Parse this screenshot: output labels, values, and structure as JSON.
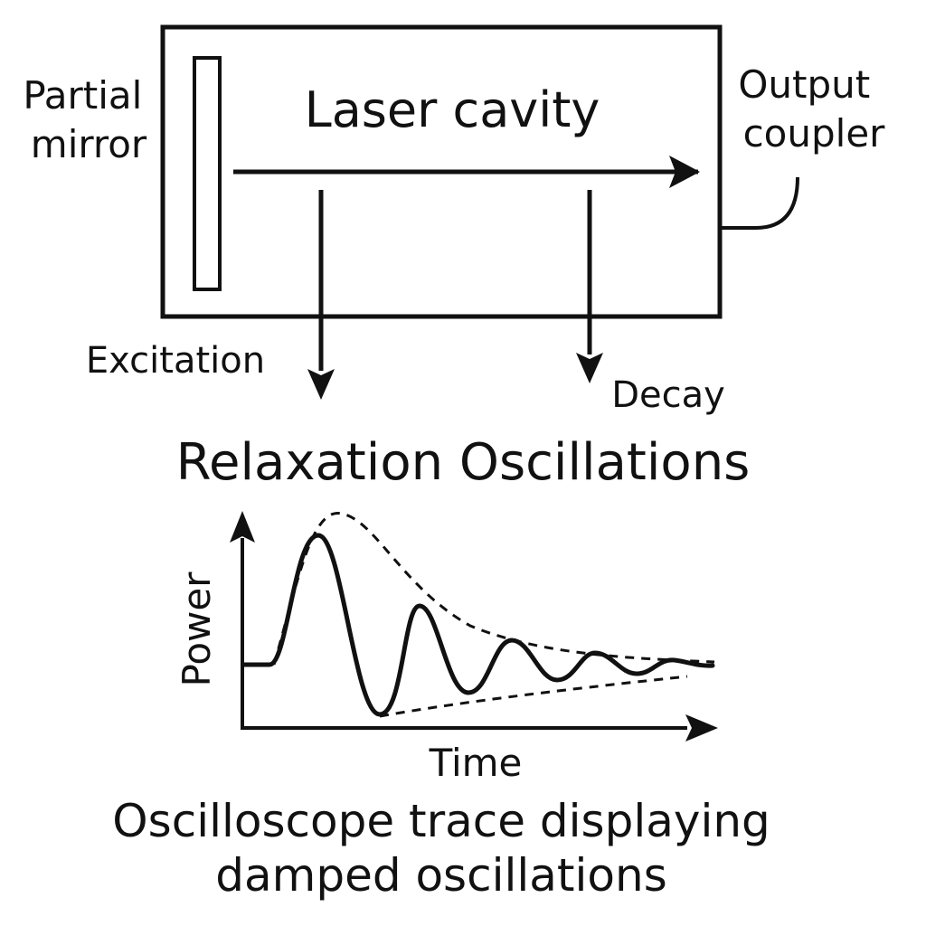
{
  "cavity": {
    "title": "Laser cavity",
    "partial_mirror_label": [
      "Partial",
      "mirror"
    ],
    "output_coupler_label": [
      "Output",
      "coupler"
    ],
    "excitation_label": "Excitation",
    "decay_label": "Decay"
  },
  "oscillation": {
    "title": "Relaxation Oscillations",
    "y_axis_label": "Power",
    "x_axis_label": "Time",
    "caption": [
      "Oscilloscope trace displaying",
      "damped oscillations"
    ]
  },
  "colors": {
    "stroke": "#111111",
    "background": "#ffffff"
  }
}
